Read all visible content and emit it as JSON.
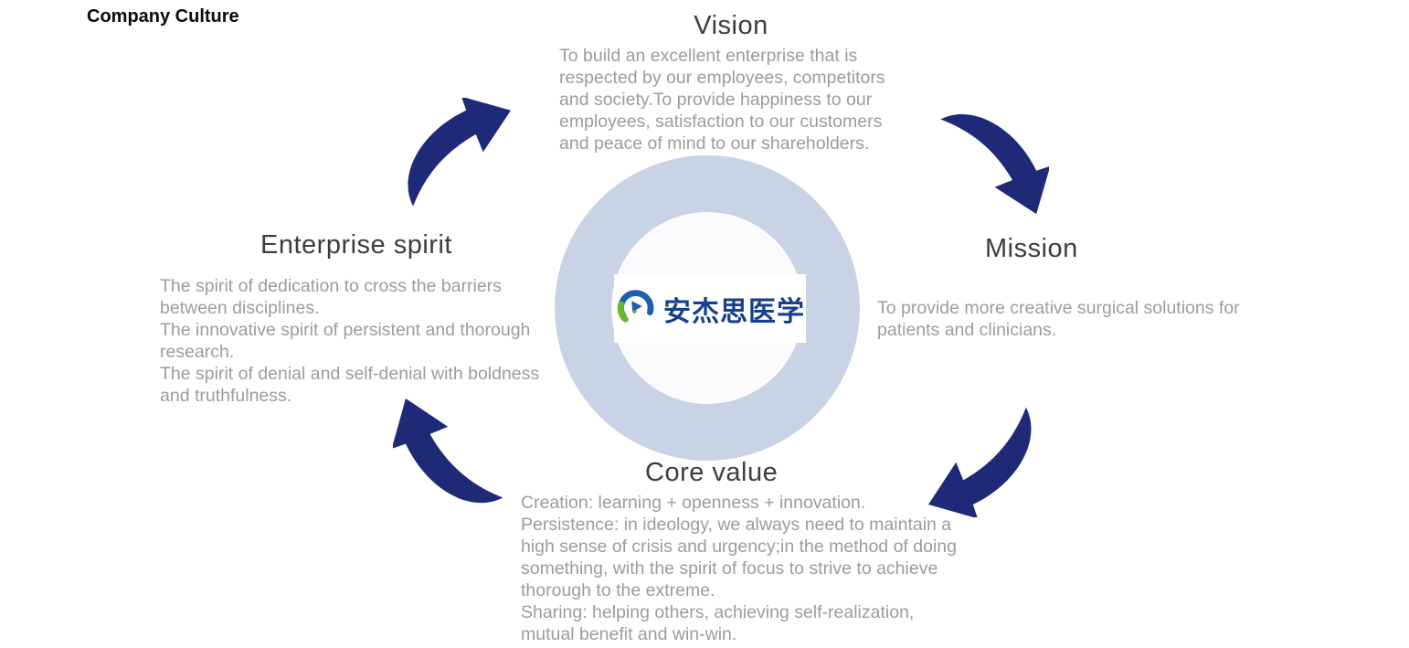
{
  "page": {
    "title": "Company Culture"
  },
  "colors": {
    "arrow": "#1e2a78",
    "ring": "#c9d3e6",
    "heading": "#3d3d3d",
    "body_text": "#9c9c9c",
    "logo_blue": "#1b5fae",
    "logo_green": "#6cb52d",
    "logo_text": "#173f8f"
  },
  "icons": {
    "flow_arrow": "curved-flow-arrow",
    "logo_mark": "pinwheel-circle"
  },
  "logo": {
    "text": "安杰思医学"
  },
  "sections": {
    "vision": {
      "title": "Vision",
      "body": "To build an excellent enterprise that is respected by our employees, competitors and society.To provide happiness to our employees, satisfaction to our customers and peace of mind to our shareholders."
    },
    "mission": {
      "title": "Mission",
      "body": "To provide more creative surgical solutions for patients and clinicians."
    },
    "enterprise": {
      "title": "Enterprise spirit",
      "lines": [
        "The spirit of dedication to cross the barriers between disciplines.",
        "The innovative spirit of persistent and thorough research.",
        "The spirit of denial and self-denial with boldness and truthfulness."
      ]
    },
    "core_value": {
      "title": "Core value",
      "lines": [
        "Creation: learning + openness + innovation.",
        "Persistence: in ideology, we always need to maintain a high sense of crisis and urgency;in the method of doing something, with the spirit of focus to strive to achieve thorough to the extreme.",
        "Sharing: helping others, achieving self-realization, mutual benefit and win-win."
      ]
    }
  }
}
